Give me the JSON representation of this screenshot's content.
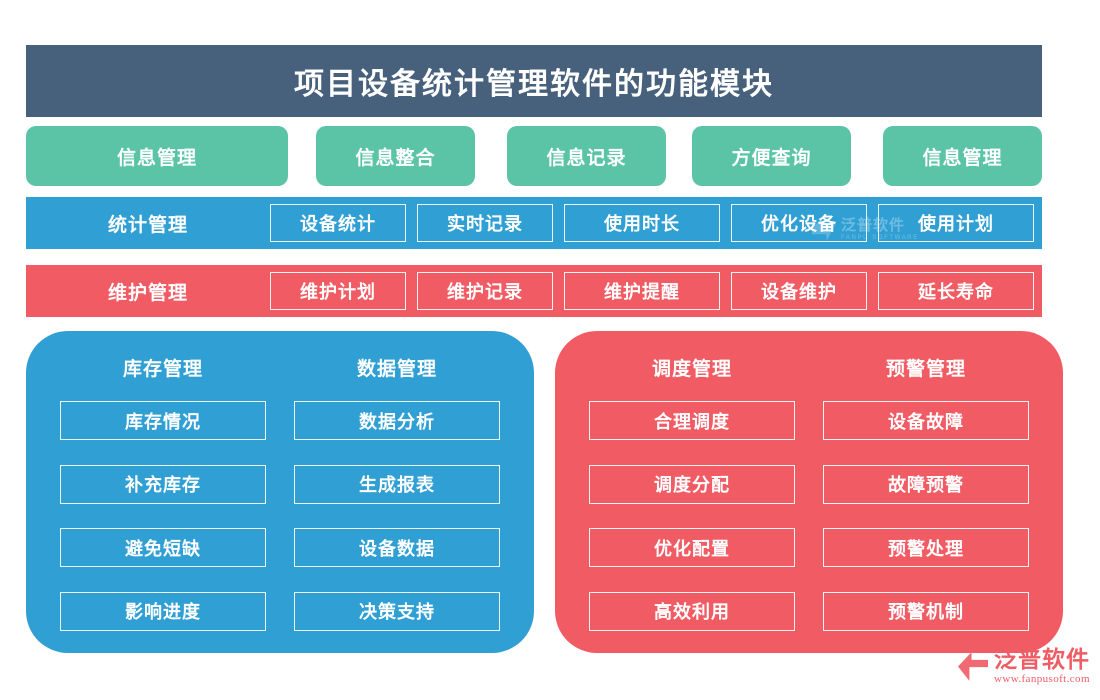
{
  "header": {
    "title": "项目设备统计管理软件的功能模块",
    "bg_color": "#47607b"
  },
  "feature_row": {
    "color": "#5bc4a7",
    "items": [
      {
        "label": "信息管理"
      },
      {
        "label": "信息整合"
      },
      {
        "label": "信息记录"
      },
      {
        "label": "方便查询"
      },
      {
        "label": "信息管理"
      }
    ]
  },
  "banners": [
    {
      "label": "统计管理",
      "color": "#2f9fd4",
      "items": [
        {
          "label": "设备统计"
        },
        {
          "label": "实时记录"
        },
        {
          "label": "使用时长"
        },
        {
          "label": "优化设备"
        },
        {
          "label": "使用计划"
        }
      ]
    },
    {
      "label": "维护管理",
      "color": "#f15b64",
      "items": [
        {
          "label": "维护计划"
        },
        {
          "label": "维护记录"
        },
        {
          "label": "维护提醒"
        },
        {
          "label": "设备维护"
        },
        {
          "label": "延长寿命"
        }
      ]
    }
  ],
  "panels": [
    {
      "color": "#2f9fd4",
      "columns": [
        {
          "heading": "库存管理",
          "items": [
            {
              "label": "库存情况"
            },
            {
              "label": "补充库存"
            },
            {
              "label": "避免短缺"
            },
            {
              "label": "影响进度"
            }
          ]
        },
        {
          "heading": "数据管理",
          "items": [
            {
              "label": "数据分析"
            },
            {
              "label": "生成报表"
            },
            {
              "label": "设备数据"
            },
            {
              "label": "决策支持"
            }
          ]
        }
      ]
    },
    {
      "color": "#f15b64",
      "columns": [
        {
          "heading": "调度管理",
          "items": [
            {
              "label": "合理调度"
            },
            {
              "label": "调度分配"
            },
            {
              "label": "优化配置"
            },
            {
              "label": "高效利用"
            }
          ]
        },
        {
          "heading": "预警管理",
          "items": [
            {
              "label": "设备故障"
            },
            {
              "label": "故障预警"
            },
            {
              "label": "预警处理"
            },
            {
              "label": "预警机制"
            }
          ]
        }
      ]
    }
  ],
  "watermark": {
    "name_cn": "泛普软件",
    "name_en": "FANPU SOFTWARE"
  },
  "brand": {
    "name_cn": "泛普软件",
    "url": "www.fanpusoft.com",
    "color": "#ef5c64"
  }
}
